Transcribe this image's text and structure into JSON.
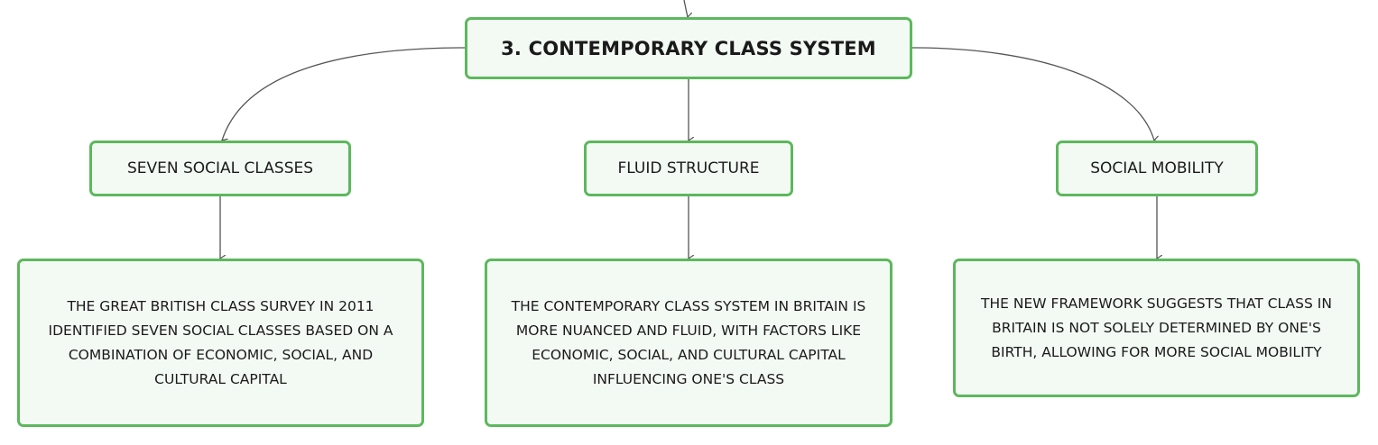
{
  "colors": {
    "node_border": "#5cb85c",
    "node_fill": "#f3faf4",
    "connector": "#555555",
    "text": "#1a1a1a"
  },
  "root": {
    "label": "3. CONTEMPORARY CLASS SYSTEM"
  },
  "branches": [
    {
      "label": "SEVEN SOCIAL CLASSES",
      "detail": "THE GREAT BRITISH CLASS SURVEY IN 2011 IDENTIFIED SEVEN SOCIAL CLASSES BASED ON A COMBINATION OF ECONOMIC, SOCIAL, AND CULTURAL CAPITAL"
    },
    {
      "label": "FLUID STRUCTURE",
      "detail": "THE CONTEMPORARY CLASS SYSTEM IN BRITAIN IS MORE NUANCED AND FLUID, WITH FACTORS LIKE ECONOMIC, SOCIAL, AND CULTURAL CAPITAL INFLUENCING ONE'S CLASS"
    },
    {
      "label": "SOCIAL MOBILITY",
      "detail": "THE NEW FRAMEWORK SUGGESTS THAT CLASS IN BRITAIN IS NOT SOLELY DETERMINED BY ONE'S BIRTH, ALLOWING FOR MORE SOCIAL MOBILITY"
    }
  ]
}
